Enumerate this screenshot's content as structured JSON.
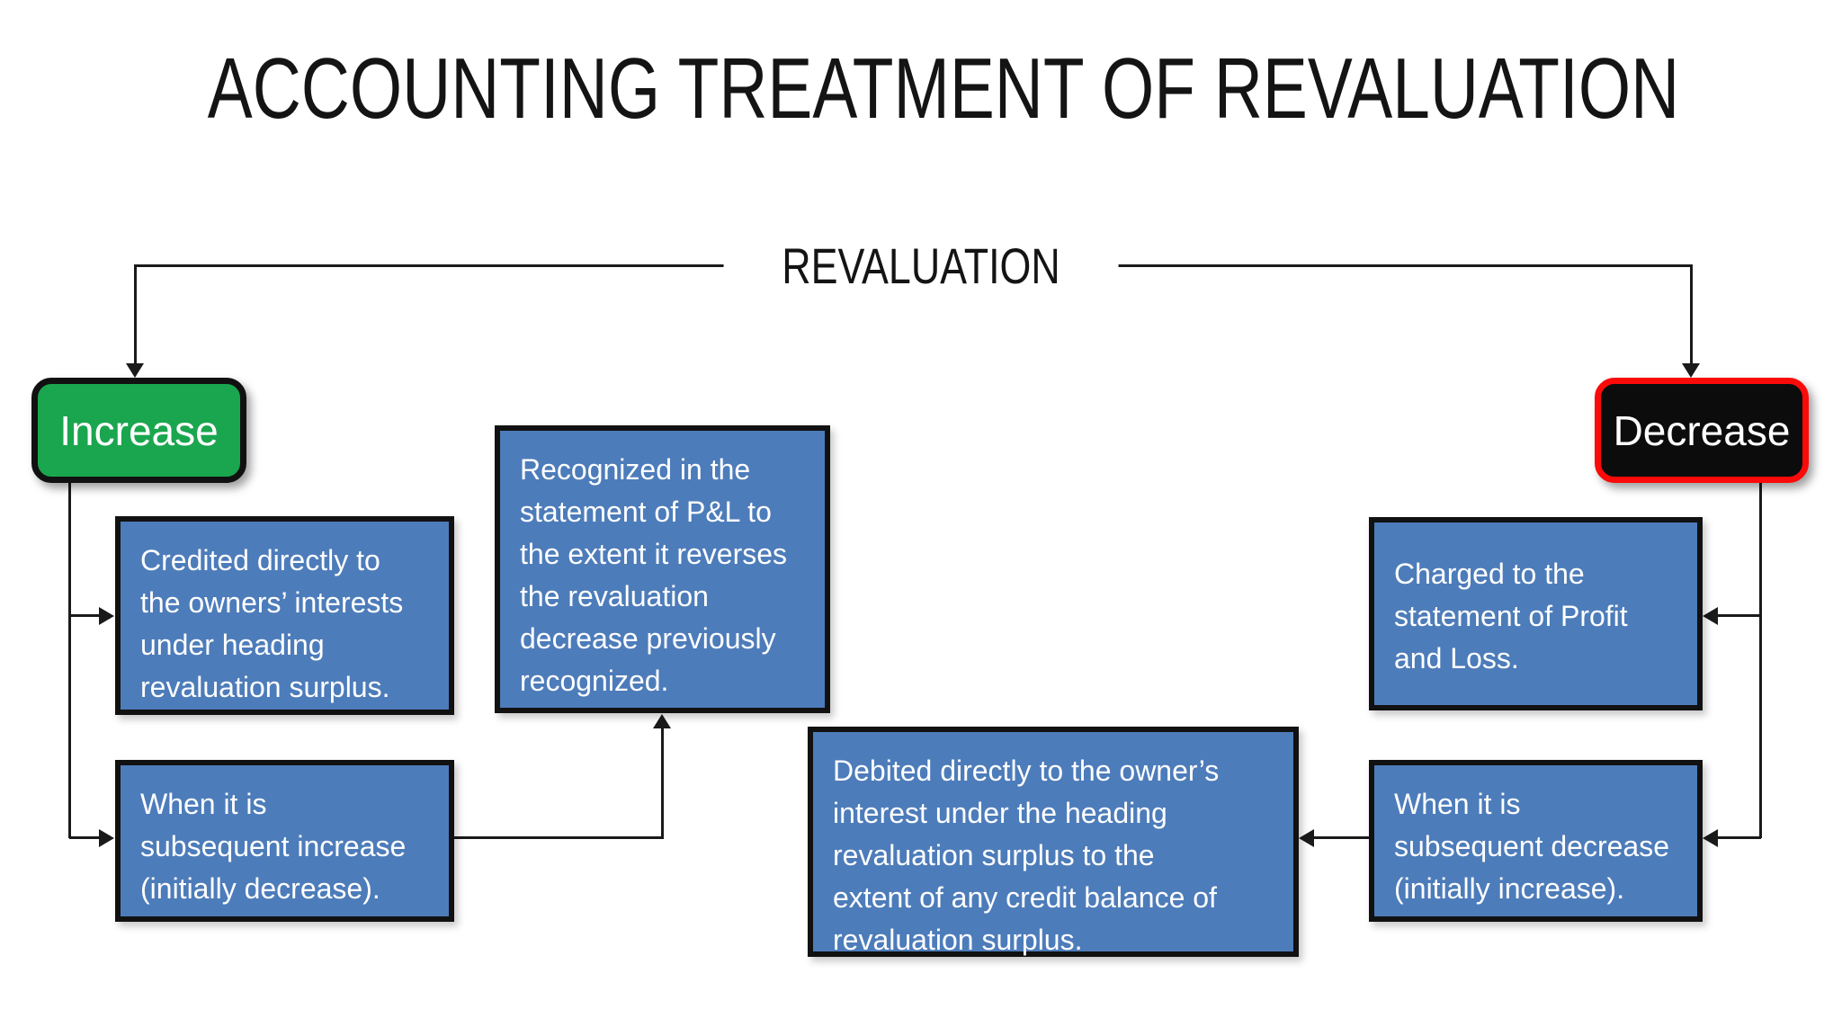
{
  "slide": {
    "title": "ACCOUNTING TREATMENT OF REVALUATION",
    "root_label": "REVALUATION",
    "nodes": {
      "increase": {
        "label": "Increase",
        "fill": "#1aa64e",
        "border": "#111111",
        "text_color": "#ffffff"
      },
      "decrease": {
        "label": "Decrease",
        "fill": "#0c0c0c",
        "border": "#fb0a0a",
        "text_color": "#ffffff"
      }
    },
    "boxes": {
      "credited": {
        "text": "Credited directly to\nthe owners’ interests\nunder heading\nrevaluation surplus."
      },
      "when_increase": {
        "text": "When it is\nsubsequent increase\n(initially decrease)."
      },
      "recognized": {
        "text": "Recognized in the\nstatement of P&L to\nthe extent it reverses\nthe revaluation\ndecrease previously\nrecognized."
      },
      "debited": {
        "text": "Debited directly to the owner’s\ninterest under the heading\nrevaluation surplus to the\nextent of any credit balance of\nrevaluation surplus."
      },
      "charged": {
        "text": "Charged to the\nstatement of Profit\nand Loss."
      },
      "when_decrease": {
        "text": "When it is\nsubsequent decrease\n(initially increase)."
      }
    },
    "colors": {
      "box_fill": "#4d7cba",
      "box_border": "#111111",
      "connector": "#1a1a1a",
      "background": "#ffffff"
    }
  }
}
